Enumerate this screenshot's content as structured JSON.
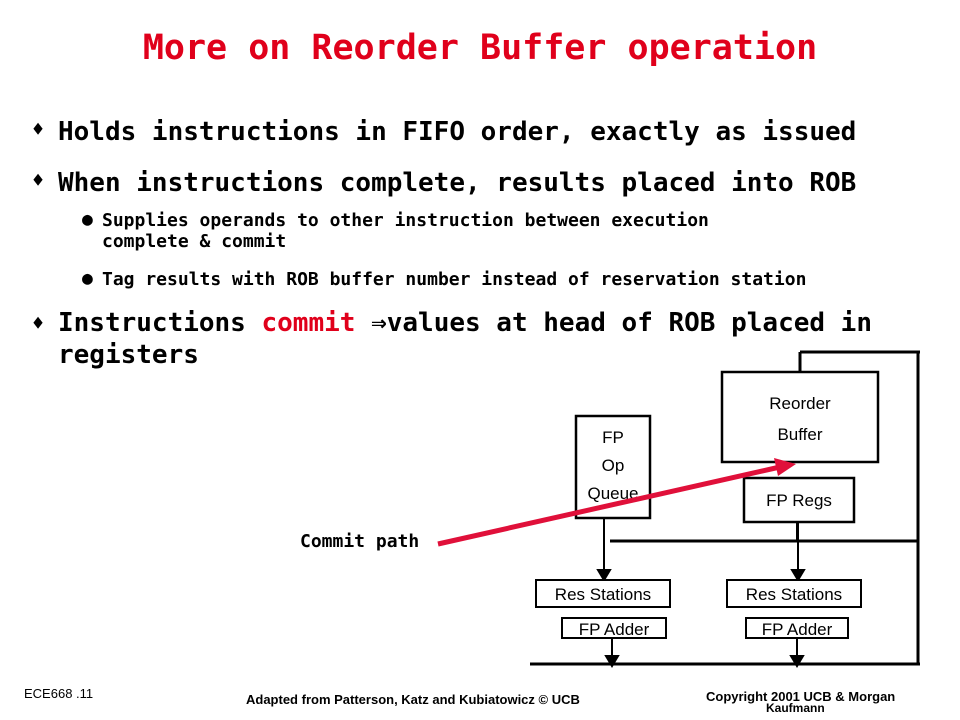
{
  "title": "More on Reorder Buffer operation",
  "colors": {
    "title": "#e0001b",
    "highlight": "#e0001b",
    "arrow": "#e0103a",
    "text": "#000000"
  },
  "bullets": {
    "b1": "Holds instructions in FIFO order, exactly as issued",
    "b2": "When instructions complete, results placed into ROB",
    "b2a_line1": "Supplies operands to other instruction between execution",
    "b2a_line2": "complete & commit",
    "b2b": "Tag results with ROB buffer number instead of reservation station",
    "b3_pre": "Instructions ",
    "b3_highlight": "commit",
    "b3_post": "values at head of ROB placed in",
    "b3_line2": "registers",
    "b3_arrow_symbol": "⇒"
  },
  "diagram": {
    "fp_op_queue": [
      "FP",
      "Op",
      "Queue"
    ],
    "reorder_buffer": [
      "Reorder",
      "Buffer"
    ],
    "fp_regs": "FP Regs",
    "res_stations_left": "Res Stations",
    "res_stations_right": "Res Stations",
    "fp_adder_left": "FP Adder",
    "fp_adder_right": "FP Adder",
    "commit_path": "Commit path"
  },
  "footer": {
    "slide_id": "ECE668 .11",
    "credit": "Adapted from Patterson, Katz and Kubiatowicz  © UCB",
    "copyright_line1": "Copyright 2001 UCB & Morgan",
    "copyright_line2": "Kaufmann"
  }
}
